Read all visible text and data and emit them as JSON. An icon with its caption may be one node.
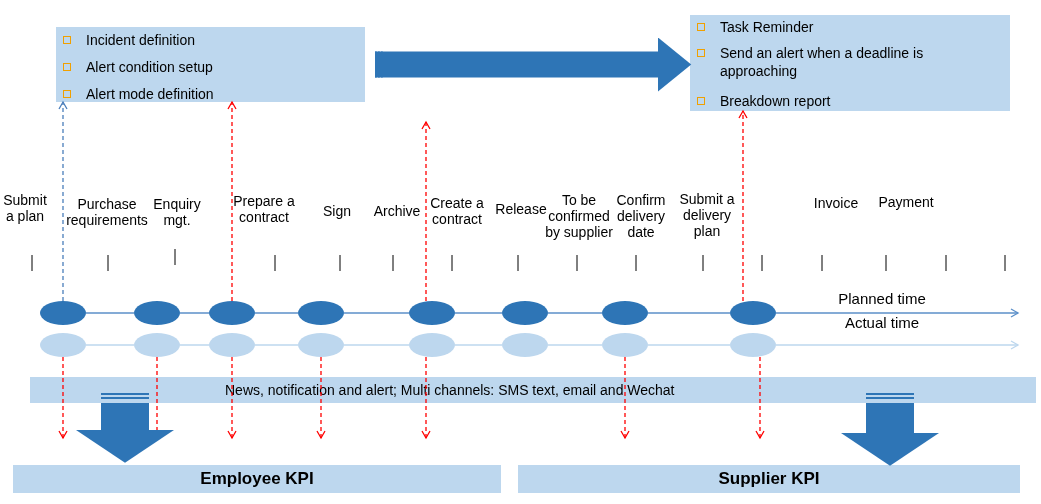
{
  "diagram": {
    "nodes": [
      {
        "text": [
          "Incident definition",
          "Alert condition setup",
          "Alert mode definition"
        ]
      },
      {
        "text": [
          "Task Reminder",
          "Send an alert when a deadline is approaching",
          "Breakdown report"
        ]
      },
      {
        "text": [],
        "shape": "ellipse"
      },
      {
        "text": [],
        "shape": "ellipse"
      },
      {
        "text": [],
        "shape": "ellipse"
      },
      {
        "text": [],
        "shape": "ellipse"
      },
      {
        "text": [],
        "shape": "ellipse"
      },
      {
        "text": [],
        "shape": "ellipse"
      },
      {
        "text": [],
        "shape": "ellipse"
      },
      {
        "text": [],
        "shape": "ellipse"
      },
      {
        "text": [],
        "shape": "ellipse"
      },
      {
        "text": [],
        "shape": "ellipse"
      },
      {
        "text": [],
        "shape": "ellipse"
      },
      {
        "text": [],
        "shape": "ellipse"
      },
      {
        "text": [],
        "shape": "ellipse"
      },
      {
        "text": [],
        "shape": "ellipse"
      },
      {
        "text": [],
        "shape": "ellipse"
      },
      {
        "text": [],
        "shape": "ellipse"
      },
      {
        "text": [
          "News, notification and alert; Multi channels: SMS text, email and Wechat"
        ]
      },
      {
        "text": [
          "Employee KPI"
        ]
      },
      {
        "text": [
          "Supplier KPI"
        ]
      }
    ],
    "edges": [
      {
        "from": 0,
        "to": 1,
        "arrow": "to",
        "style": "thick",
        "color": "#2e75b6"
      },
      {
        "from": 2,
        "to": 3,
        "arrow": "none",
        "color": "#5b8fc9"
      },
      {
        "from": 3,
        "to": 4,
        "arrow": "none",
        "color": "#5b8fc9"
      },
      {
        "from": 4,
        "to": 5,
        "arrow": "none",
        "color": "#5b8fc9"
      },
      {
        "from": 5,
        "to": 6,
        "arrow": "none",
        "color": "#5b8fc9"
      },
      {
        "from": 6,
        "to": 7,
        "arrow": "none",
        "color": "#5b8fc9"
      },
      {
        "from": 7,
        "to": 8,
        "arrow": "none",
        "color": "#5b8fc9"
      },
      {
        "from": 8,
        "to": 9,
        "arrow": "none",
        "color": "#5b8fc9"
      },
      {
        "from": 9,
        "to": null,
        "arrow": "to",
        "color": "#5b8fc9"
      },
      {
        "from": 10,
        "to": 11,
        "arrow": "none",
        "color": "#bdd7ee"
      },
      {
        "from": 11,
        "to": 12,
        "arrow": "none",
        "color": "#bdd7ee"
      },
      {
        "from": 12,
        "to": 13,
        "arrow": "none",
        "color": "#bdd7ee"
      },
      {
        "from": 13,
        "to": 14,
        "arrow": "none",
        "color": "#bdd7ee"
      },
      {
        "from": 14,
        "to": 15,
        "arrow": "none",
        "color": "#bdd7ee"
      },
      {
        "from": 15,
        "to": 16,
        "arrow": "none",
        "color": "#bdd7ee"
      },
      {
        "from": 16,
        "to": 17,
        "arrow": "none",
        "color": "#bdd7ee"
      },
      {
        "from": 17,
        "to": null,
        "arrow": "to",
        "color": "#bdd7ee"
      },
      {
        "from": 2,
        "to": 0,
        "arrow": "to",
        "style": "dashed",
        "color": "#4a7ebb"
      },
      {
        "from": 4,
        "to": 0,
        "arrow": "to",
        "style": "dashed",
        "color": "#ff0000"
      },
      {
        "from": 6,
        "to": null,
        "arrow": "to",
        "style": "dashed",
        "color": "#ff0000"
      },
      {
        "from": 9,
        "to": 1,
        "arrow": "to",
        "style": "dashed",
        "color": "#ff0000"
      },
      {
        "from": 10,
        "to": null,
        "arrow": "to",
        "style": "dashed",
        "color": "#ff0000"
      },
      {
        "from": 11,
        "to": null,
        "arrow": "to",
        "style": "dashed",
        "color": "#ff0000"
      },
      {
        "from": 12,
        "to": null,
        "arrow": "to",
        "style": "dashed",
        "color": "#ff0000"
      },
      {
        "from": 13,
        "to": null,
        "arrow": "to",
        "style": "dashed",
        "color": "#ff0000"
      },
      {
        "from": 14,
        "to": null,
        "arrow": "to",
        "style": "dashed",
        "color": "#ff0000"
      },
      {
        "from": 16,
        "to": null,
        "arrow": "to",
        "style": "dashed",
        "color": "#ff0000"
      },
      {
        "from": 17,
        "to": null,
        "arrow": "to",
        "style": "dashed",
        "color": "#ff0000"
      },
      {
        "from": 18,
        "to": 19,
        "arrow": "to",
        "style": "thick",
        "color": "#2e75b6"
      },
      {
        "from": 18,
        "to": 20,
        "arrow": "to",
        "style": "thick",
        "color": "#2e75b6"
      }
    ],
    "labels": [
      "Submit a plan",
      "Purchase requirements",
      "Enquiry mgt.",
      "Prepare a contract",
      "Sign",
      "Archive",
      "Create a contract",
      "Release",
      "To be confirmed by supplier",
      "Confirm delivery date",
      "Submit a delivery plan",
      "Invoice",
      "Payment",
      "Planned time",
      "Actual time"
    ]
  }
}
